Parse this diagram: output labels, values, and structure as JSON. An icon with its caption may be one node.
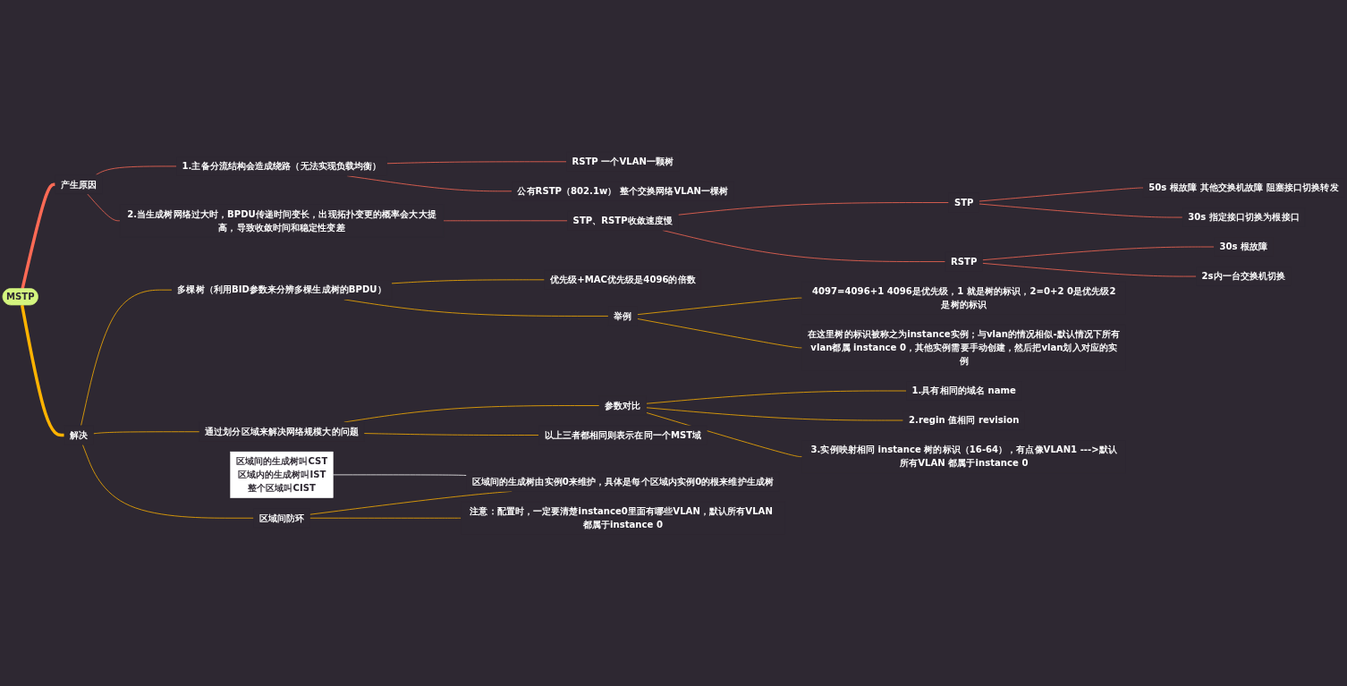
{
  "diagram": {
    "nodes": [
      {
        "text": [
          "MSTP"
        ]
      },
      {
        "text": [
          "产生原因"
        ]
      },
      {
        "text": [
          "1.主备分流结构会造成绕路（无法实现负载均衡）"
        ]
      },
      {
        "text": [
          "RSTP 一个VLAN一颗树"
        ]
      },
      {
        "text": [
          "公有RSTP（802.1w） 整个交换网络VLAN一棵树"
        ]
      },
      {
        "text": [
          "2.当生成树网络过大时，BPDU传递时间变长，出现拓扑变更的概率会大大提高，导致收敛时间和稳定性变差"
        ]
      },
      {
        "text": [
          "STP、RSTP收敛速度慢"
        ]
      },
      {
        "text": [
          "STP"
        ]
      },
      {
        "text": [
          "50s 根故障 其他交换机故障 阻塞接口切换转发"
        ]
      },
      {
        "text": [
          "30s 指定接口切换为根接口"
        ]
      },
      {
        "text": [
          "RSTP"
        ]
      },
      {
        "text": [
          "30s 根故障"
        ]
      },
      {
        "text": [
          "2s内一台交换机切换"
        ]
      },
      {
        "text": [
          "解决"
        ]
      },
      {
        "text": [
          "多棵树（利用BID参数来分辨多棵生成树的BPDU）"
        ]
      },
      {
        "text": [
          "优先级+MAC优先级是4096的倍数"
        ]
      },
      {
        "text": [
          "举例"
        ]
      },
      {
        "text": [
          "4097=4096+1 4096是优先级，1 就是树的标识，2=0+2 0是优先级2是树的标识"
        ]
      },
      {
        "text": [
          "在这里树的标识被称之为instance实例；与vlan的情况相似-默认情况下所有vlan都属 instance 0，其他实例需要手动创建，然后把vlan划入对应的实例"
        ]
      },
      {
        "text": [
          "通过划分区域来解决网络规模大的问题"
        ]
      },
      {
        "text": [
          "参数对比"
        ]
      },
      {
        "text": [
          "1.具有相同的域名 name"
        ]
      },
      {
        "text": [
          "2.regin 值相同 revision"
        ]
      },
      {
        "text": [
          "3.实例映射相同 instance 树的标识（16-64），有点像VLAN1 --->默认所有VLAN 都属于instance 0"
        ]
      },
      {
        "text": [
          "以上三者都相同则表示在同一个MST域"
        ]
      },
      {
        "text": [
          "区域间防环"
        ]
      },
      {
        "text": [
          "区域间的生成树由实例0来维护，具体是每个区域内实例0的根来维护生成树"
        ]
      },
      {
        "text": [
          "注意：配置时，一定要清楚instance0里面有哪些VLAN，默认所有VLAN 都属于instance 0"
        ]
      },
      {
        "text": [
          "区域间的生成树叫CST",
          "区域内的生成树叫IST",
          "整个区域叫CIST"
        ]
      }
    ],
    "edges": [
      {
        "from": 0,
        "to": 1,
        "arrow": "none",
        "style": "thick",
        "color": "#ff6a55"
      },
      {
        "from": 1,
        "to": 2,
        "arrow": "none",
        "color": "#ff6a55"
      },
      {
        "from": 2,
        "to": 3,
        "arrow": "none",
        "color": "#ff6a55"
      },
      {
        "from": 2,
        "to": 4,
        "arrow": "none",
        "color": "#ff6a55"
      },
      {
        "from": 1,
        "to": 5,
        "arrow": "none",
        "color": "#ff6a55"
      },
      {
        "from": 5,
        "to": 6,
        "arrow": "none",
        "color": "#ff6a55"
      },
      {
        "from": 6,
        "to": 7,
        "arrow": "none",
        "color": "#ff6a55"
      },
      {
        "from": 7,
        "to": 8,
        "arrow": "none",
        "color": "#ff6a55"
      },
      {
        "from": 7,
        "to": 9,
        "arrow": "none",
        "color": "#ff6a55"
      },
      {
        "from": 6,
        "to": 10,
        "arrow": "none",
        "color": "#ff6a55"
      },
      {
        "from": 10,
        "to": 11,
        "arrow": "none",
        "color": "#ff6a55"
      },
      {
        "from": 10,
        "to": 12,
        "arrow": "none",
        "color": "#ff6a55"
      },
      {
        "from": 0,
        "to": 13,
        "arrow": "none",
        "style": "thick"
      },
      {
        "from": 13,
        "to": 14,
        "arrow": "none"
      },
      {
        "from": 14,
        "to": 15,
        "arrow": "none"
      },
      {
        "from": 14,
        "to": 16,
        "arrow": "none"
      },
      {
        "from": 16,
        "to": 17,
        "arrow": "none"
      },
      {
        "from": 16,
        "to": 18,
        "arrow": "none"
      },
      {
        "from": 13,
        "to": 19,
        "arrow": "none"
      },
      {
        "from": 19,
        "to": 20,
        "arrow": "none"
      },
      {
        "from": 20,
        "to": 21,
        "arrow": "none"
      },
      {
        "from": 20,
        "to": 22,
        "arrow": "none"
      },
      {
        "from": 20,
        "to": 23,
        "arrow": "none"
      },
      {
        "from": 19,
        "to": 24,
        "arrow": "none"
      },
      {
        "from": 13,
        "to": 25,
        "arrow": "none"
      },
      {
        "from": 25,
        "to": 26,
        "arrow": "none"
      },
      {
        "from": 25,
        "to": 27,
        "arrow": "none"
      },
      {
        "from": 28,
        "to": 26,
        "arrow": "none",
        "color": "#ffffff"
      }
    ]
  }
}
